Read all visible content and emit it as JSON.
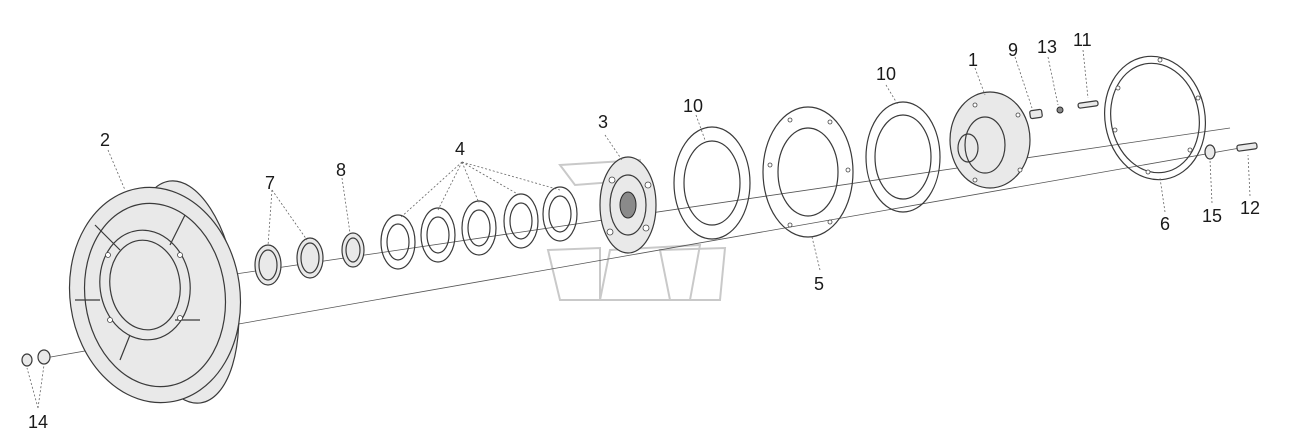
{
  "diagram": {
    "callouts": {
      "c1": "1",
      "c2": "2",
      "c3": "3",
      "c4": "4",
      "c5": "5",
      "c6": "6",
      "c7": "7",
      "c8": "8",
      "c9": "9",
      "c10a": "10",
      "c10b": "10",
      "c11": "11",
      "c12": "12",
      "c13": "13",
      "c14": "14",
      "c15": "15"
    }
  }
}
